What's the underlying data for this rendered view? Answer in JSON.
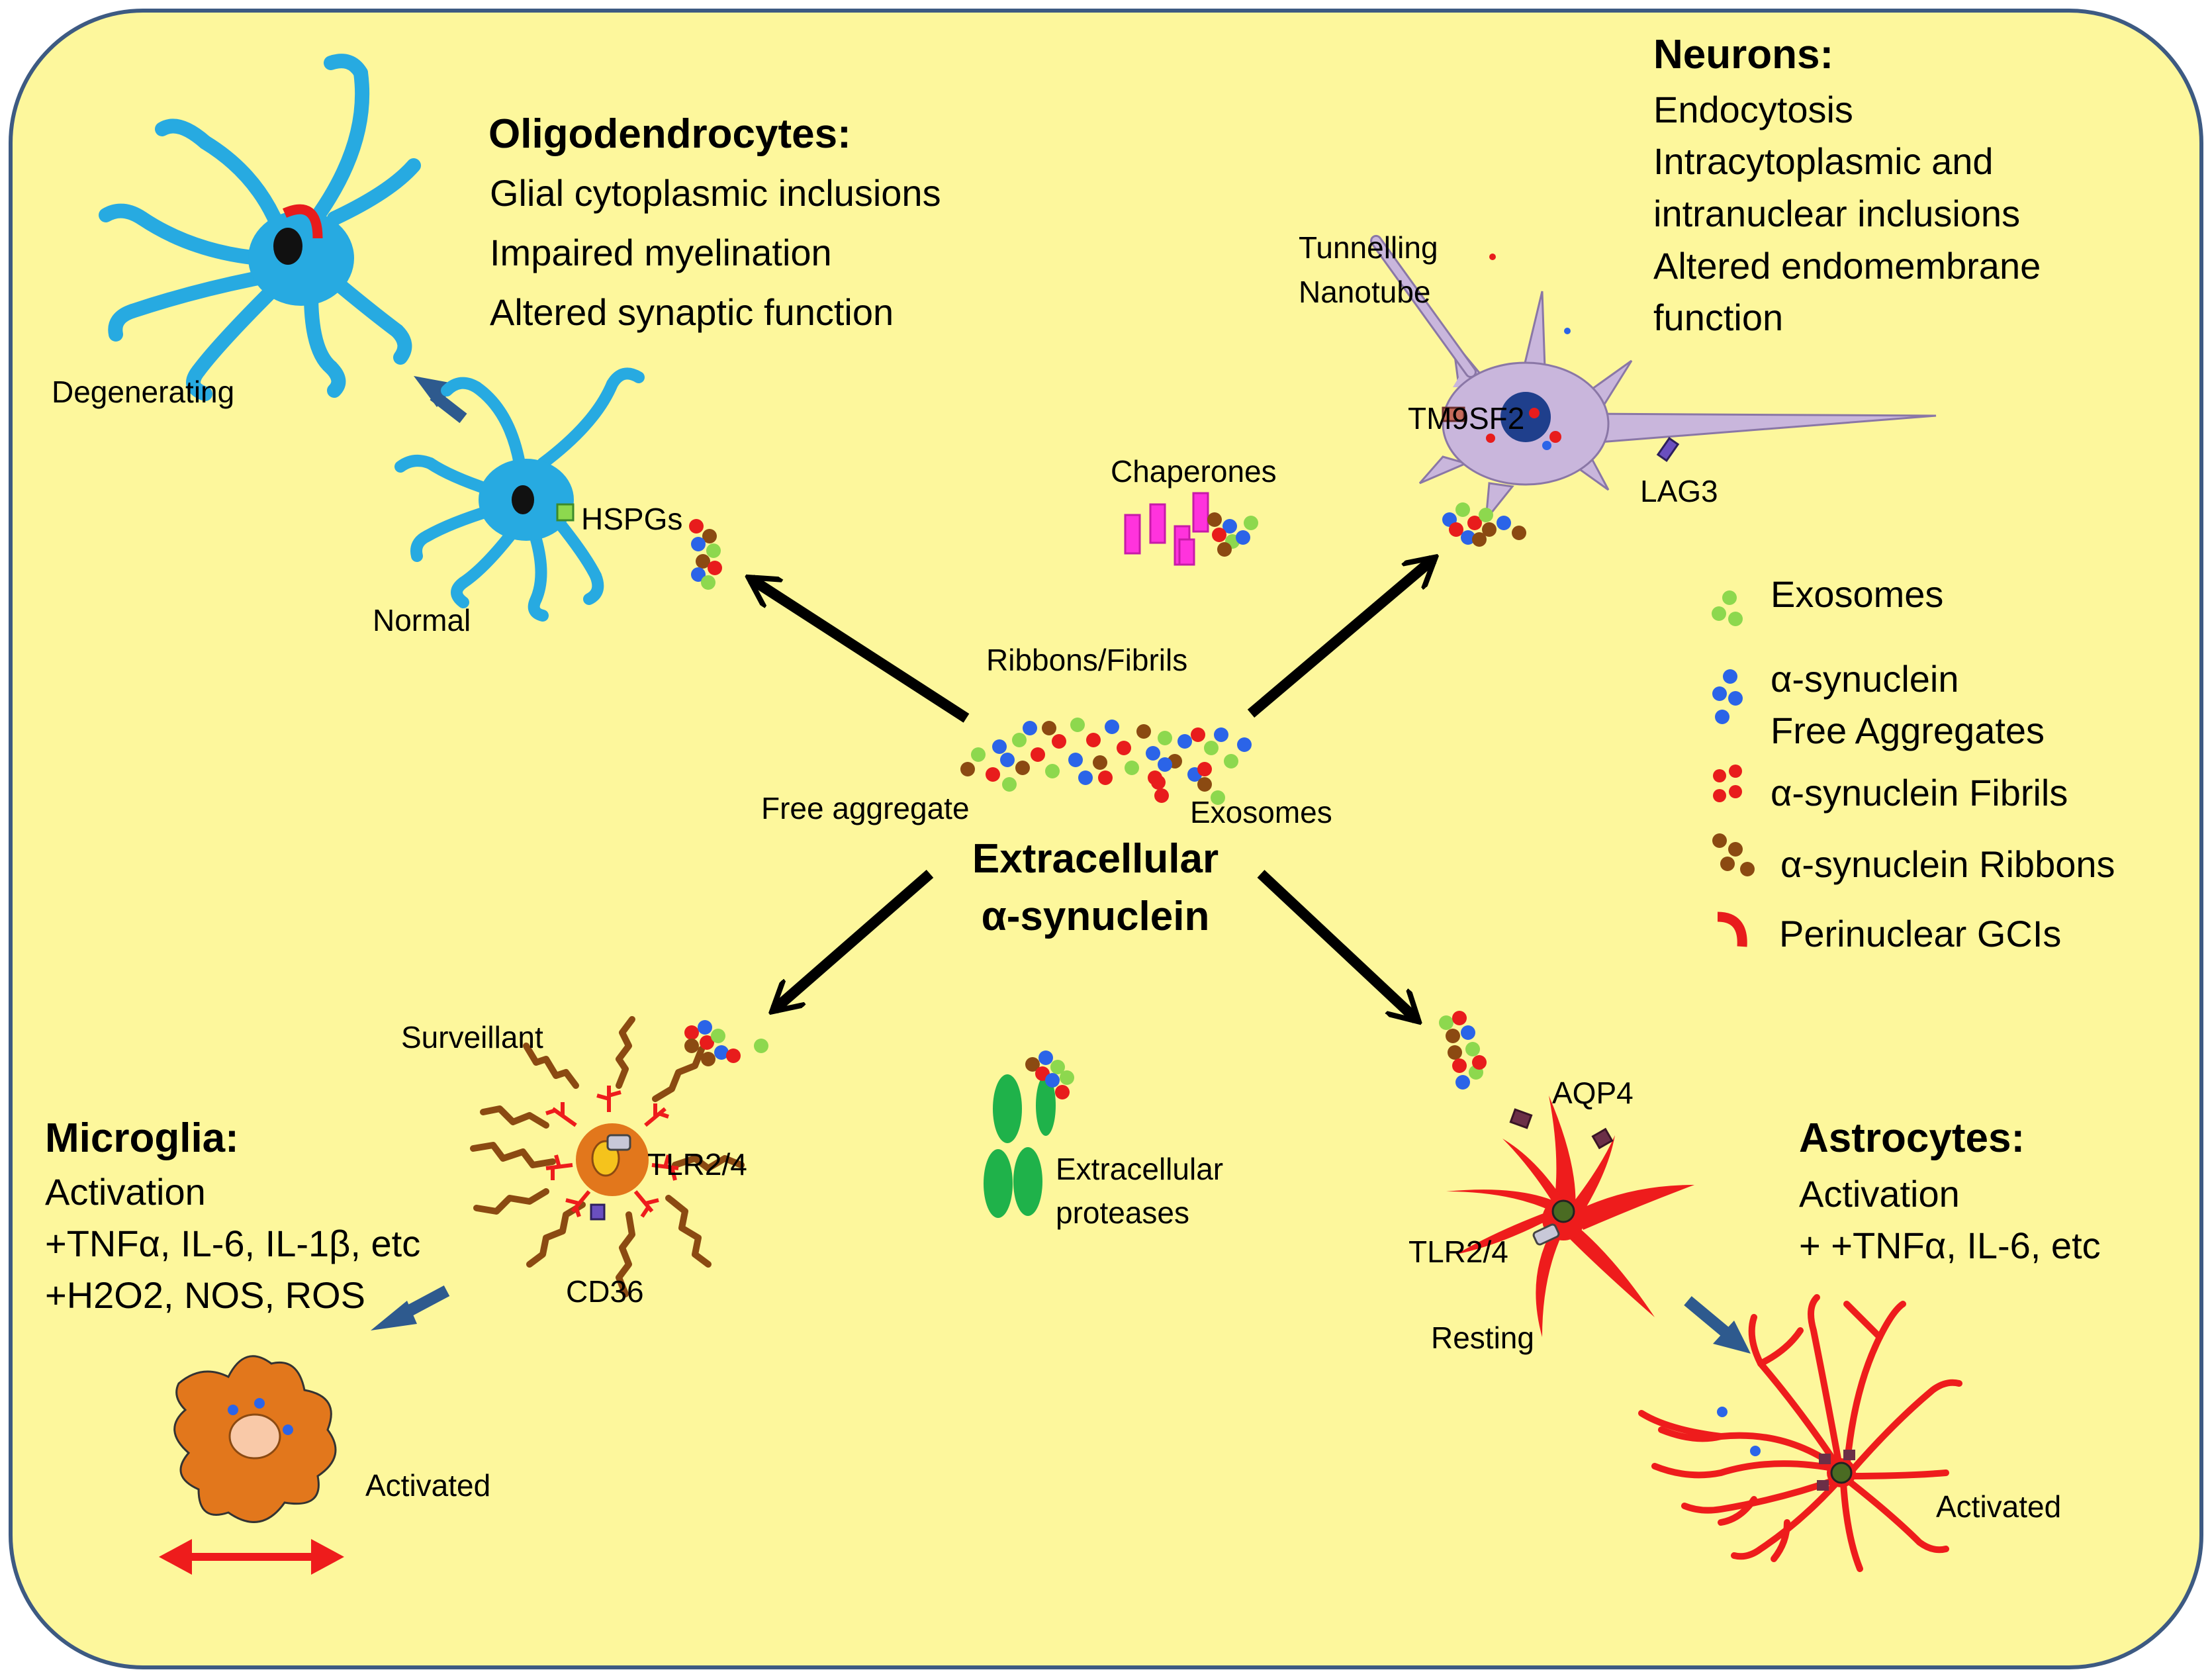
{
  "colors": {
    "panel_bg": "#fdf79c",
    "panel_border": "#3d5a82",
    "oligodendrocyte": "#27aae1",
    "neuron": "#c9b6dc",
    "microglia": "#e2771c",
    "astrocyte": "#ee1c1c",
    "chaperone": "#ff33dd",
    "protease": "#1fb24a",
    "exosome": "#8dd84e",
    "free_aggregate": "#2b64e8",
    "fibril": "#e81c1c",
    "ribbon": "#8b4a12",
    "gci": "#e81c1c",
    "arrow_main": "#000000",
    "arrow_progression": "#2e5a8e",
    "arrow_migration": "#ee1c1c"
  },
  "center": {
    "line1": "Extracellular",
    "line2": "α-synuclein"
  },
  "center_labels": {
    "ribbons_fibrils": "Ribbons/Fibrils",
    "free_aggregate": "Free aggregate",
    "exosomes": "Exosomes"
  },
  "oligodendrocytes": {
    "title": "Oligodendrocytes:",
    "effects": [
      "Glial  cytoplasmic inclusions",
      "Impaired myelination",
      "Altered synaptic function"
    ],
    "degenerating_label": "Degenerating",
    "normal_label": "Normal",
    "receptor": "HSPGs"
  },
  "neurons": {
    "title": "Neurons:",
    "effects": [
      "Endocytosis",
      "Intracytoplasmic and",
      "intranuclear inclusions",
      "Altered endomembrane",
      "function"
    ],
    "tunnelling_line1": "Tunnelling",
    "tunnelling_line2": "Nanotube",
    "receptor_tm9sf2": "TM9SF2",
    "receptor_lag3": "LAG3"
  },
  "chaperones_label": "Chaperones",
  "proteases": {
    "line1": "Extracellular",
    "line2": "proteases"
  },
  "microglia": {
    "title": "Microglia:",
    "effects": [
      "Activation",
      "+TNFα, IL-6, IL-1β, etc",
      "+H2O2, NOS, ROS"
    ],
    "surveillant_label": "Surveillant",
    "receptor_tlr": "TLR2/4",
    "receptor_cd36": "CD36",
    "activated_label": "Activated"
  },
  "astrocytes": {
    "title": "Astrocytes:",
    "effects": [
      "Activation",
      "+ +TNFα, IL-6, etc"
    ],
    "receptor_aqp4": "AQP4",
    "receptor_tlr": "TLR2/4",
    "resting_label": "Resting",
    "activated_label": "Activated"
  },
  "legend": [
    {
      "icon": "exosome-icon",
      "label": "Exosomes"
    },
    {
      "icon": "free-aggregate-icon",
      "label": "α-synuclein",
      "label2": "Free Aggregates"
    },
    {
      "icon": "fibril-icon",
      "label": "α-synuclein Fibrils"
    },
    {
      "icon": "ribbon-icon",
      "label": "α-synuclein Ribbons"
    },
    {
      "icon": "gci-icon",
      "label": "Perinuclear GCIs"
    }
  ]
}
